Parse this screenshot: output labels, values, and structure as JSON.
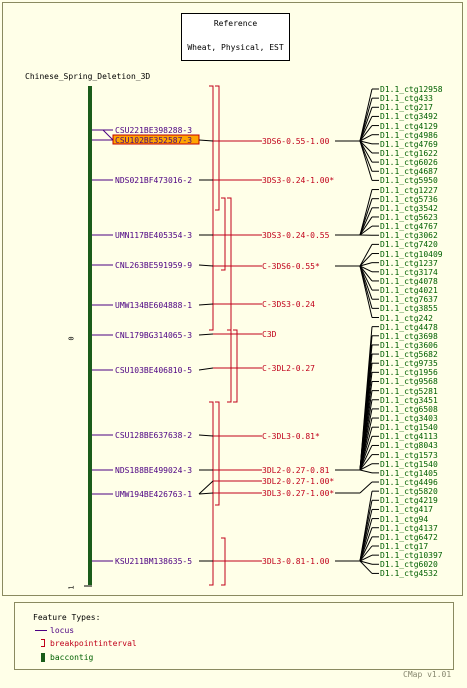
{
  "reference": {
    "line1": "Reference",
    "line2": "Wheat, Physical, EST"
  },
  "map_title": "Chinese_Spring_Deletion_3D",
  "scale": {
    "top": "0",
    "bottom": "1"
  },
  "highlighted_locus": "CSU102BE352587-3",
  "loci": [
    "CSU221BE398288-3",
    "CSU102BE352587-3",
    "NDS021BF473016-2",
    "UMN117BE405354-3",
    "CNL263BE591959-9",
    "UMW134BE604888-1",
    "CNL179BG314065-3",
    "CSU103BE406810-5",
    "CSU128BE637638-2",
    "NDS188BE499024-3",
    "UMW194BE426763-1",
    "KSU211BM138635-5"
  ],
  "breakpoints": [
    "3DS6-0.55-1.00",
    "3DS3-0.24-1.00*",
    "3DS3-0.24-0.55",
    "C-3DS6-0.55*",
    "C-3DS3-0.24",
    "C3D",
    "C-3DL2-0.27",
    "C-3DL3-0.81*",
    "3DL2-0.27-0.81",
    "3DL2-0.27-1.00*",
    "3DL3-0.27-1.00*",
    "3DL3-0.81-1.00"
  ],
  "contigs": [
    "D1.1_ctg12958",
    "D1.1_ctg433",
    "D1.1_ctg217",
    "D1.1_ctg3492",
    "D1.1_ctg4129",
    "D1.1_ctg4986",
    "D1.1_ctg4769",
    "D1.1_ctg1622",
    "D1.1_ctg6026",
    "D1.1_ctg4687",
    "D1.1_ctg5950",
    "D1.1_ctg1227",
    "D1.1_ctg5736",
    "D1.1_ctg3542",
    "D1.1_ctg5623",
    "D1.1_ctg4767",
    "D1.1_ctg3062",
    "D1.1_ctg7420",
    "D1.1_ctg10409",
    "D1.1_ctg1237",
    "D1.1_ctg3174",
    "D1.1_ctg4078",
    "D1.1_ctg4021",
    "D1.1_ctg7637",
    "D1.1_ctg3855",
    "D1.1_ctg242",
    "D1.1_ctg4478",
    "D1.1_ctg3698",
    "D1.1_ctg3606",
    "D1.1_ctg5682",
    "D1.1_ctg9735",
    "D1.1_ctg1956",
    "D1.1_ctg9568",
    "D1.1_ctg5281",
    "D1.1_ctg3451",
    "D1.1_ctg6508",
    "D1.1_ctg3403",
    "D1.1_ctg1540",
    "D1.1_ctg4113",
    "D1.1_ctg8043",
    "D1.1_ctg1573",
    "D1.1_ctg1540",
    "D1.1_ctg1405",
    "D1.1_ctg4496",
    "D1.1_ctg5820",
    "D1.1_ctg4219",
    "D1.1_ctg417",
    "D1.1_ctg94",
    "D1.1_ctg4137",
    "D1.1_ctg6472",
    "D1.1_ctg17",
    "D1.1_ctg10397",
    "D1.1_ctg6020",
    "D1.1_ctg4532"
  ],
  "legend": {
    "title": "Feature Types:",
    "items": [
      "locus",
      "breakpointinterval",
      "baccontig"
    ]
  },
  "version": "CMap v1.01",
  "colors": {
    "locus": "#4b0082",
    "breakpoint": "#c0001a",
    "contig": "#006000",
    "bar": "#1a5c1a",
    "highlight": "#ffa500"
  }
}
